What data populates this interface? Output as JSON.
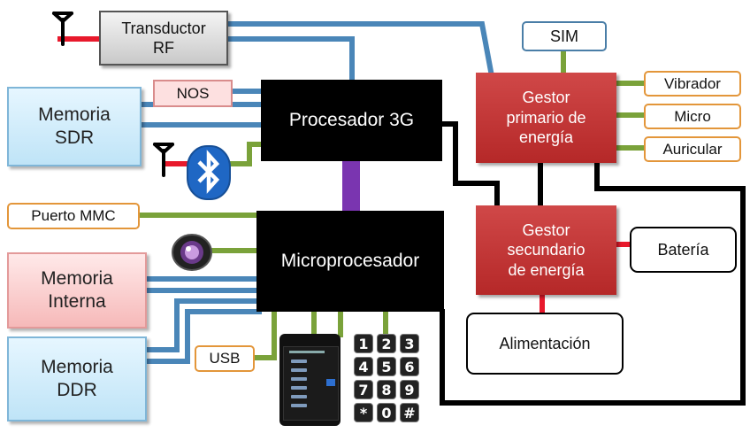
{
  "blocks": {
    "transductor": "Transductor\nRF",
    "nos": "NOS",
    "memoria_sdr": "Memoria\nSDR",
    "procesador": "Procesador 3G",
    "sim": "SIM",
    "gestor_primario": "Gestor\nprimario de\nenergía",
    "vibrador": "Vibrador",
    "micro": "Micro",
    "auricular": "Auricular",
    "puerto_mmc": "Puerto MMC",
    "microprocesador": "Microprocesador",
    "gestor_secundario": "Gestor\nsecundario\nde energía",
    "bateria": "Batería",
    "memoria_interna": "Memoria\nInterna",
    "alimentacion": "Alimentación",
    "usb": "USB",
    "memoria_ddr": "Memoria\nDDR"
  },
  "keypad": [
    "1",
    "2",
    "3",
    "4",
    "5",
    "6",
    "7",
    "8",
    "9",
    "*",
    "0",
    "#"
  ],
  "icons": [
    "antenna-icon",
    "bluetooth-icon",
    "camera-icon",
    "touchscreen-icon",
    "keypad-icon"
  ],
  "colors": {
    "data_bus": "#4a86b8",
    "signal": "#7aa23a",
    "rf_link": "#e8192c",
    "power": "#000000",
    "internal_bus": "#7a35b0"
  }
}
